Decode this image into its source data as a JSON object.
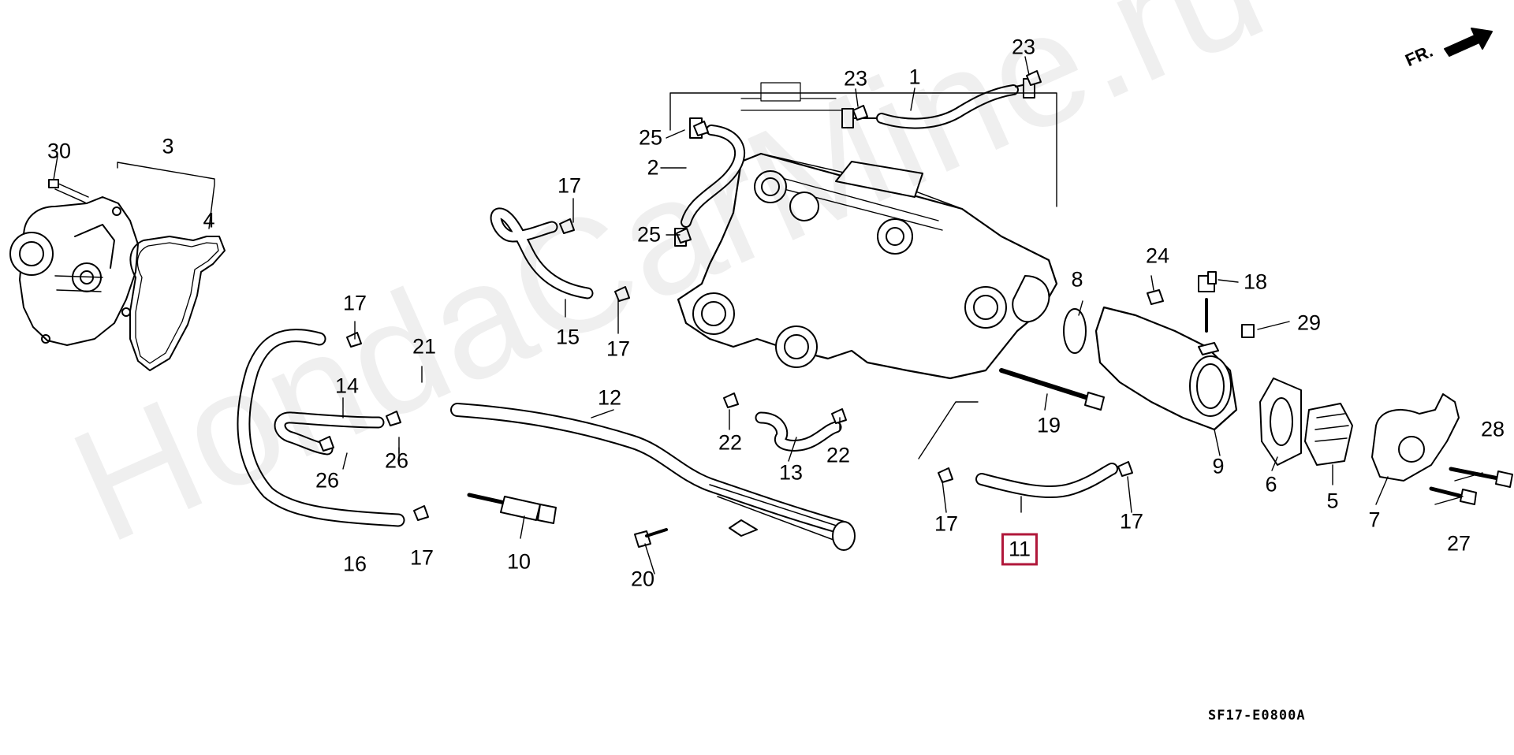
{
  "watermark": "HondaCarMine.ru",
  "diagram_code": "SF17-E0800A",
  "front_label": "FR.",
  "highlight_color": "#b0173a",
  "selected_callout": "11",
  "callouts": [
    "1",
    "2",
    "3",
    "4",
    "5",
    "6",
    "7",
    "8",
    "9",
    "10",
    "11",
    "12",
    "13",
    "14",
    "15",
    "16",
    "17",
    "18",
    "19",
    "20",
    "21",
    "22",
    "23",
    "24",
    "25",
    "26",
    "27",
    "28",
    "29",
    "30"
  ]
}
